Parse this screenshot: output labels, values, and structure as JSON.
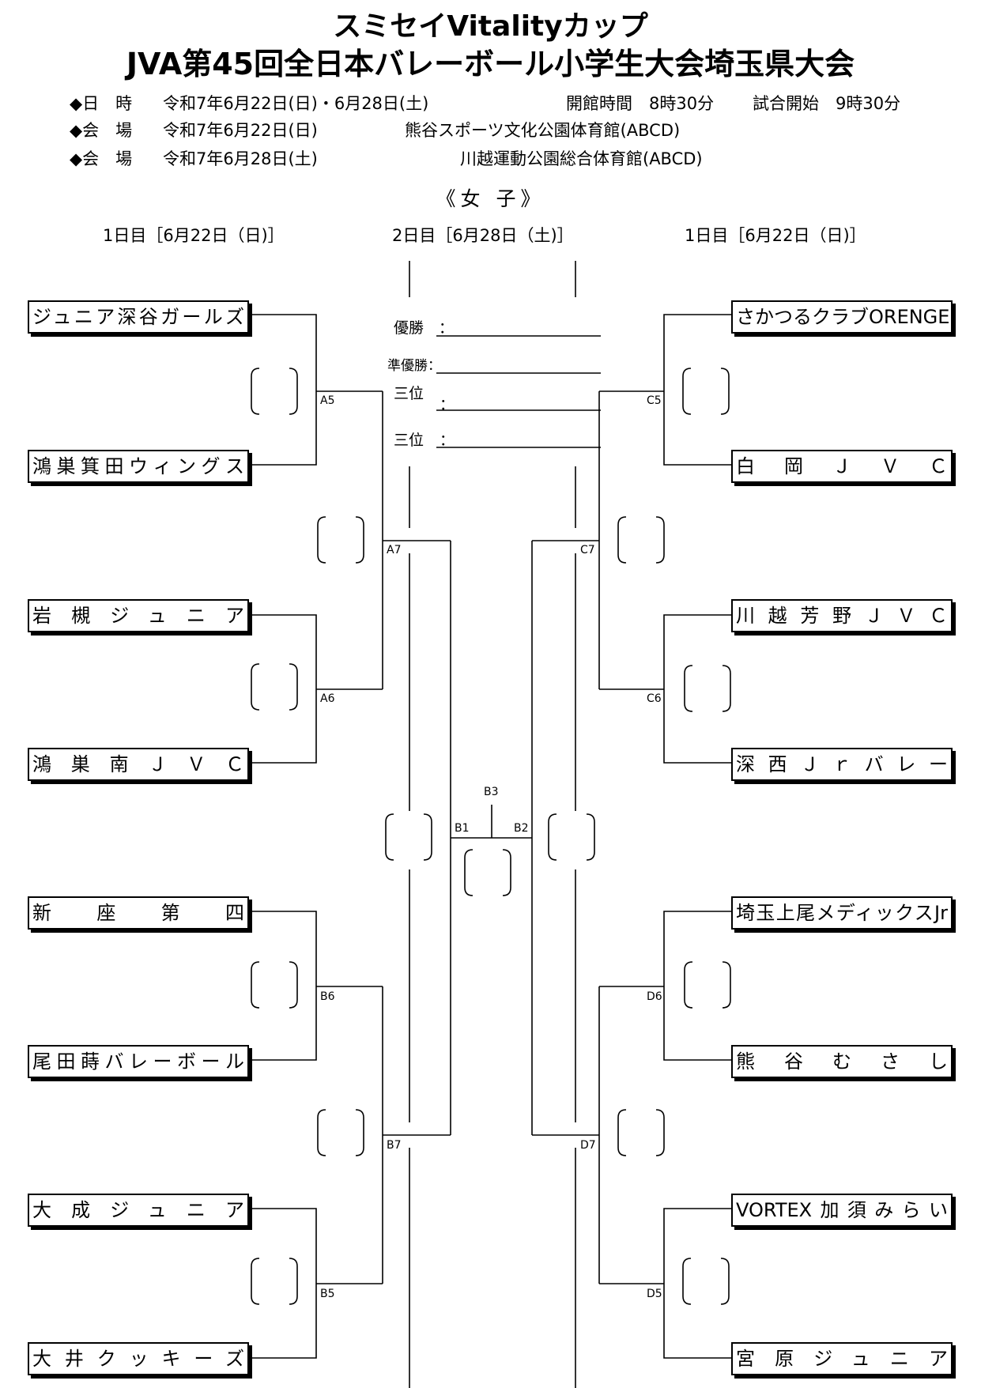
{
  "header": {
    "title_line1": "スミセイVitalityカップ",
    "title_line2": "JVA第45回全日本バレーボール小学生大会埼玉県大会"
  },
  "info": {
    "row1": {
      "label": "◆日　時",
      "value": "令和7年6月22日(日)・6月28日(土)",
      "extra1": "開館時間　8時30分",
      "extra2": "試合開始　9時30分"
    },
    "row2": {
      "label": "◆会　場",
      "value": "令和7年6月22日(日)",
      "venue": "熊谷スポーツ文化公園体育館(ABCD)"
    },
    "row3": {
      "label": "◆会　場",
      "value": "令和7年6月28日(土)",
      "venue": "川越運動公園総合体育館(ABCD)"
    }
  },
  "section_title": "《女 子》",
  "days": {
    "left": "1日目［6月22日（日)］",
    "center": "2日目［6月28日（土)］",
    "right": "1日目［6月22日（日)］"
  },
  "results": {
    "winner": "優勝　：",
    "runner_up": "準優勝：",
    "third_1": "三位",
    "third_2": "三位",
    "colon": "："
  },
  "teams_left": [
    "ジュニア深谷ガールズ",
    "鴻巣箕田ウィングス",
    "岩槻ジュニア",
    "鴻巣南ＪＶＣ",
    "新座第四",
    "尾田蒔バレーボール",
    "大成ジュニア",
    "大井クッキーズ"
  ],
  "teams_right": [
    "さかつるクラブORENGE",
    "白岡ＪＶＣ",
    "川越芳野ＪＶＣ",
    "深西Ｊｒバレー",
    "埼玉上尾メディックスJr",
    "熊谷むさし",
    "VORTEX加須みらい",
    "宮原ジュニア"
  ],
  "match_labels": {
    "a5": "A5",
    "a6": "A6",
    "a7": "A7",
    "b1": "B1",
    "b2": "B2",
    "b3": "B3",
    "b5": "B5",
    "b6": "B6",
    "b7": "B7",
    "c5": "C5",
    "c6": "C6",
    "c7": "C7",
    "d5": "D5",
    "d6": "D6",
    "d7": "D7"
  }
}
